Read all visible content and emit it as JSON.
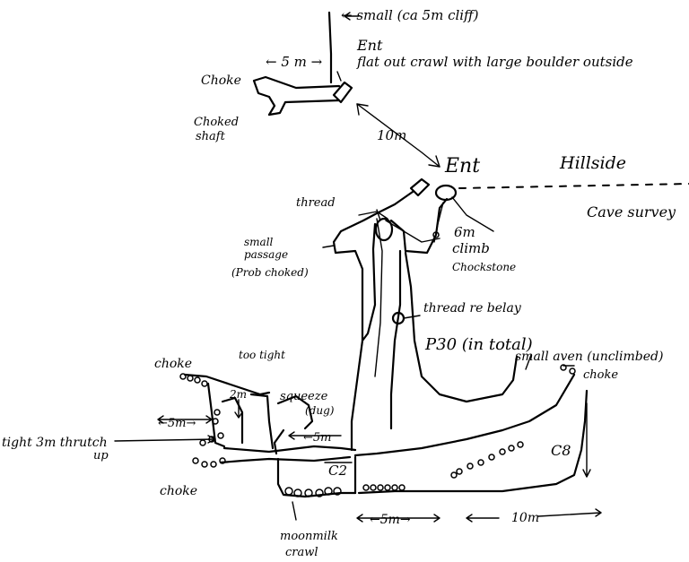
{
  "labels": {
    "small_cliff": "← small (ca 5m cliff)",
    "upper_ent": "Ent",
    "five_m_top": "← 5 m →",
    "flat_out_crawl": "flat out crawl with large boulder outside",
    "choke_top": "Choke",
    "choked_shaft_1": "Choked",
    "choked_shaft_2": "shaft",
    "ten_m_upper": "10m",
    "main_ent": "Ent",
    "hillside": "Hillside",
    "cave_survey": "Cave survey",
    "thread_top": "thread",
    "small_passage_1": "small",
    "small_passage_2": "passage",
    "small_passage_3": "(Prob choked)",
    "six_m_climb_1": "6m",
    "six_m_climb_2": "climb",
    "chockstone": "Chockstone",
    "thread_rebelay": "thread re belay",
    "p30": "P30 (in total)",
    "small_aven": "small aven (unclimbed)",
    "choke_right": "choke",
    "choke_left_top": "choke",
    "too_tight": "too tight",
    "two_m": "2m",
    "squeeze_dug": "squeeze",
    "dug": "(dug)",
    "five_m_left": "←5m→",
    "five_m_mid": "←5m",
    "tight_3m_1": "tight 3m thrutch",
    "tight_3m_2": "up",
    "choke_bottom": "choke",
    "c2": "C2",
    "c8": "C8",
    "moonmilk_1": "moonmilk",
    "moonmilk_2": "crawl",
    "five_m_bottom": "←5m→",
    "ten_m_bottom": "10m"
  }
}
